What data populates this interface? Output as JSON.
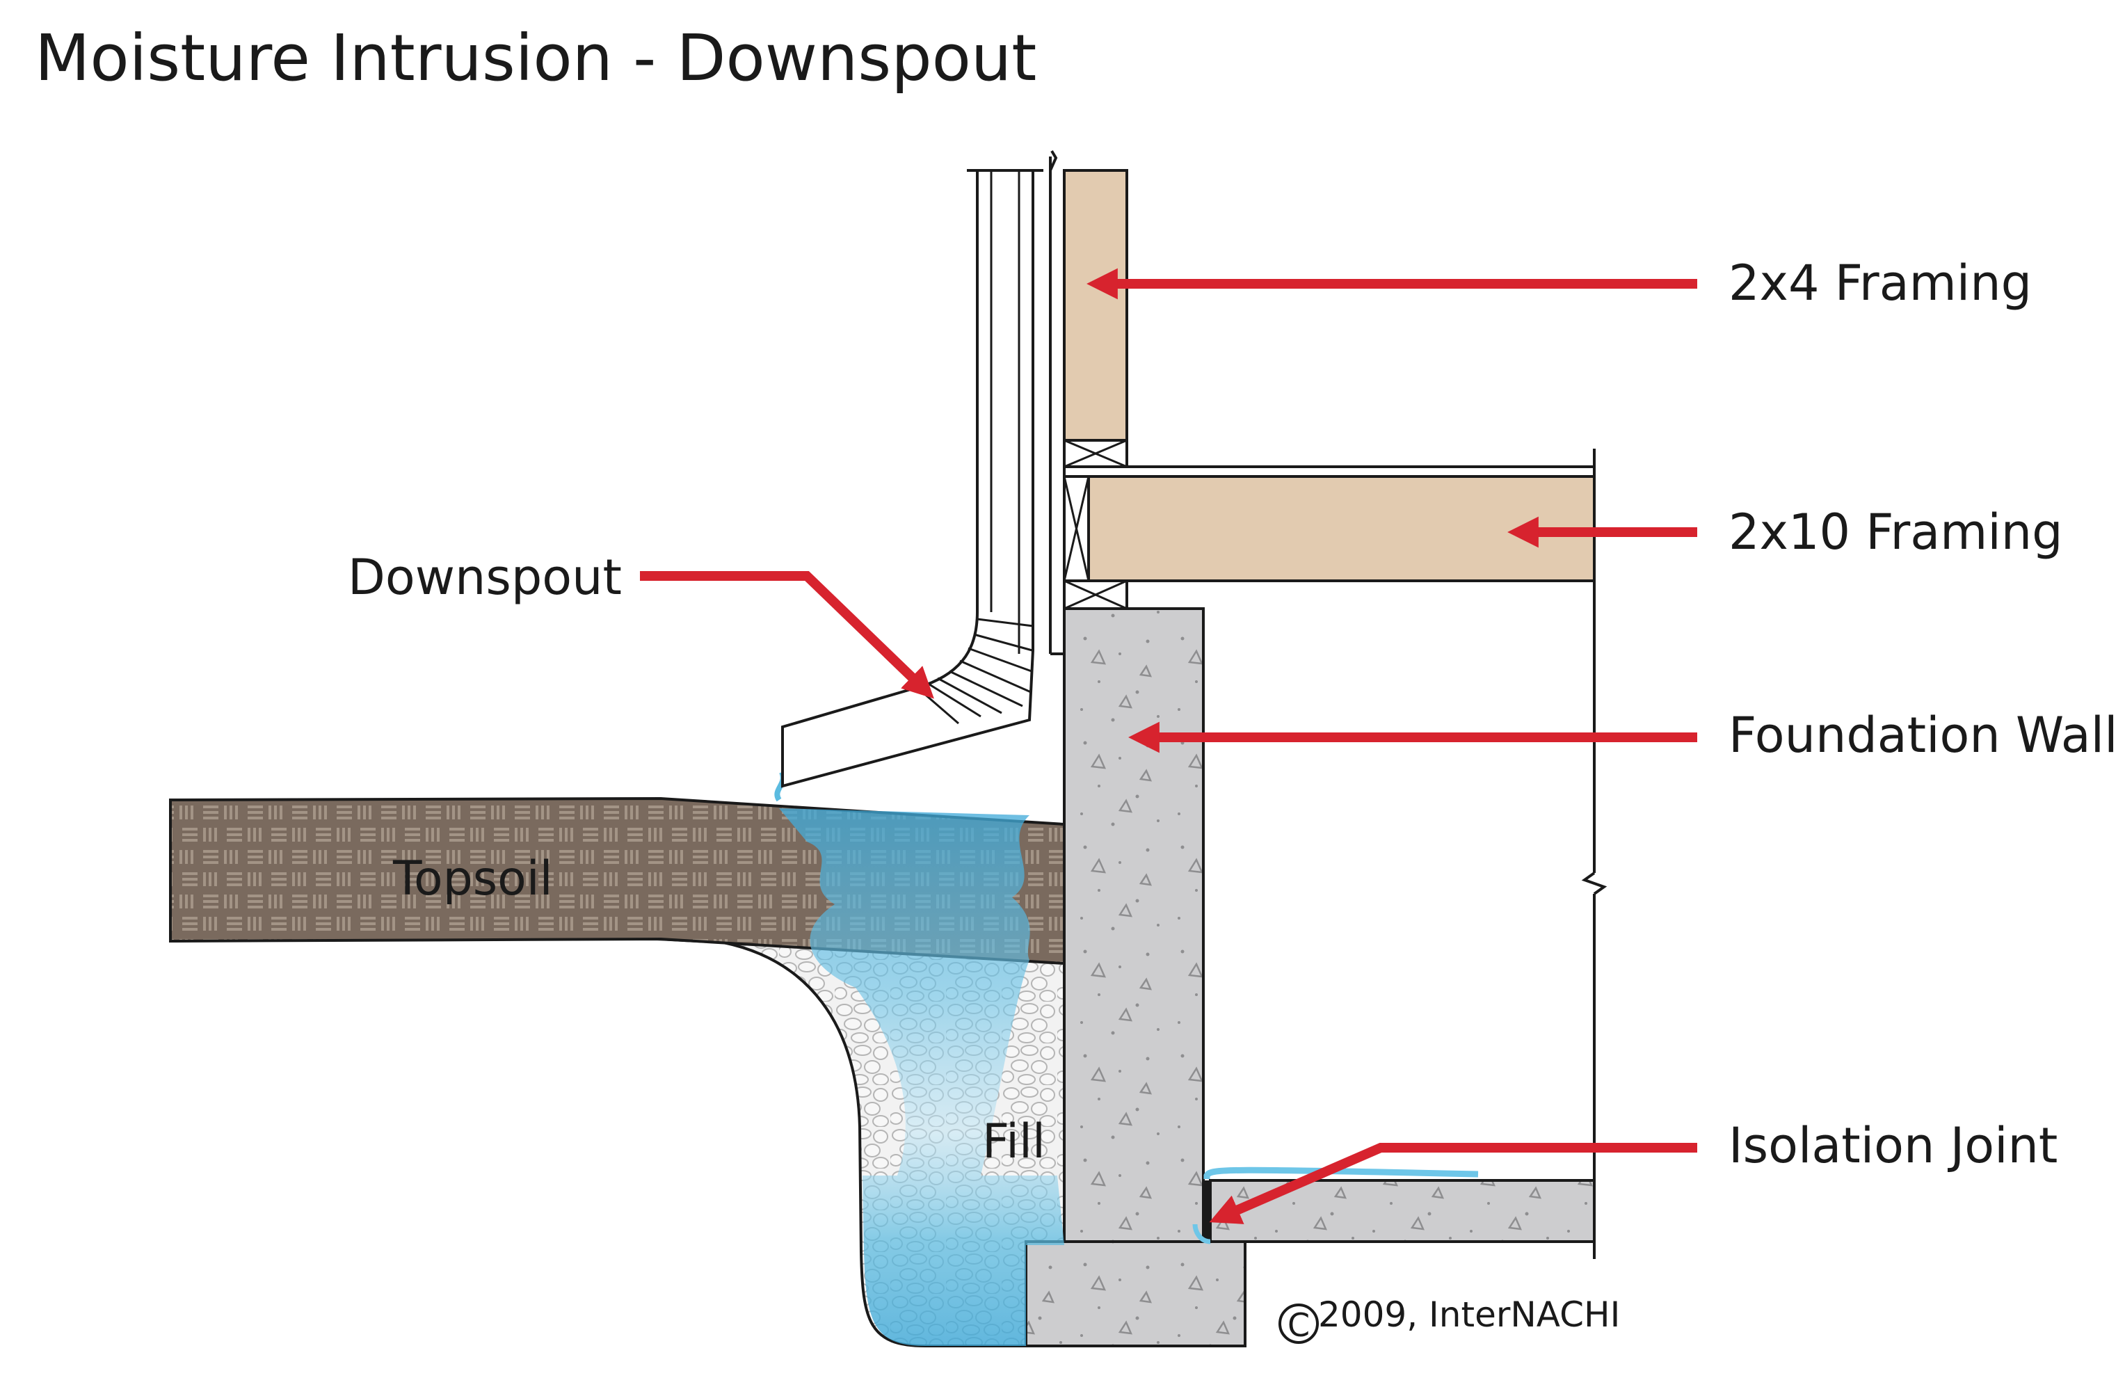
{
  "title": "Moisture Intrusion - Downspout",
  "labels": {
    "framing_2x4": "2x4 Framing",
    "framing_2x10": "2x10 Framing",
    "downspout": "Downspout",
    "foundation_wall": "Foundation Wall",
    "topsoil": "Topsoil",
    "fill": "Fill",
    "isolation_joint": "Isolation Joint"
  },
  "copyright": {
    "symbol": "C",
    "text": "2009, InterNACHI"
  },
  "colors": {
    "arrow": "#d7232e",
    "wood": "#e2cbb0",
    "concrete": "#cdcdcf",
    "topsoil": "#7a6a5e",
    "water": "#5bbbe0",
    "fill_gravel": "#efefef",
    "outline": "#1a1a1a"
  }
}
